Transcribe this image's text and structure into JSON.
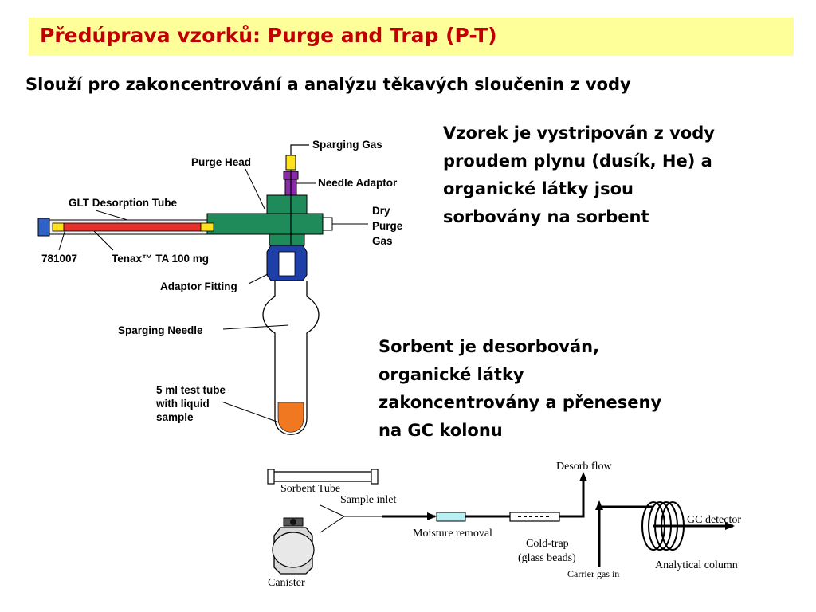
{
  "title": "Předúprava vzorků:  Purge and Trap (P-T)",
  "subtitle": "Slouží pro zakoncentrování a analýzu těkavých sloučenin z vody",
  "para1": [
    "Vzorek je vystripován z vody",
    "proudem plynu (dusík, He) a",
    "organické látky jsou",
    "sorbovány na sorbent"
  ],
  "para2": [
    "Sorbent je desorbován,",
    "organické látky",
    "zakoncentrovány a přeneseny",
    "na GC kolonu"
  ],
  "apparatus": {
    "sparging_gas": "Sparging Gas",
    "purge_head": "Purge Head",
    "needle_adaptor": "Needle Adaptor",
    "glt_tube": "GLT Desorption Tube",
    "dry_purge_gas": [
      "Dry",
      "Purge",
      "Gas"
    ],
    "part_number": "781007",
    "tenax": "Tenax™ TA 100 mg",
    "adaptor_fitting": "Adaptor Fitting",
    "sparging_needle": "Sparging Needle",
    "test_tube": [
      "5 ml test tube",
      "with liquid",
      "sample"
    ]
  },
  "flow": {
    "sorbent_tube": "Sorbent Tube",
    "sample_inlet": "Sample inlet",
    "canister": "Canister",
    "moisture_removal": "Moisture removal",
    "cold_trap": [
      "Cold-trap",
      "(glass beads)"
    ],
    "desorb_flow": "Desorb flow",
    "carrier_gas": "Carrier gas in",
    "gc_detector": "GC detector",
    "analytical_column": "Analytical column"
  },
  "colors": {
    "title_bg": "#ffff99",
    "title_text": "#c00000",
    "head": "#1f8a5a",
    "adaptor": "#1f3fa8",
    "sorbent": "#e8302a",
    "sample": "#f07820"
  }
}
